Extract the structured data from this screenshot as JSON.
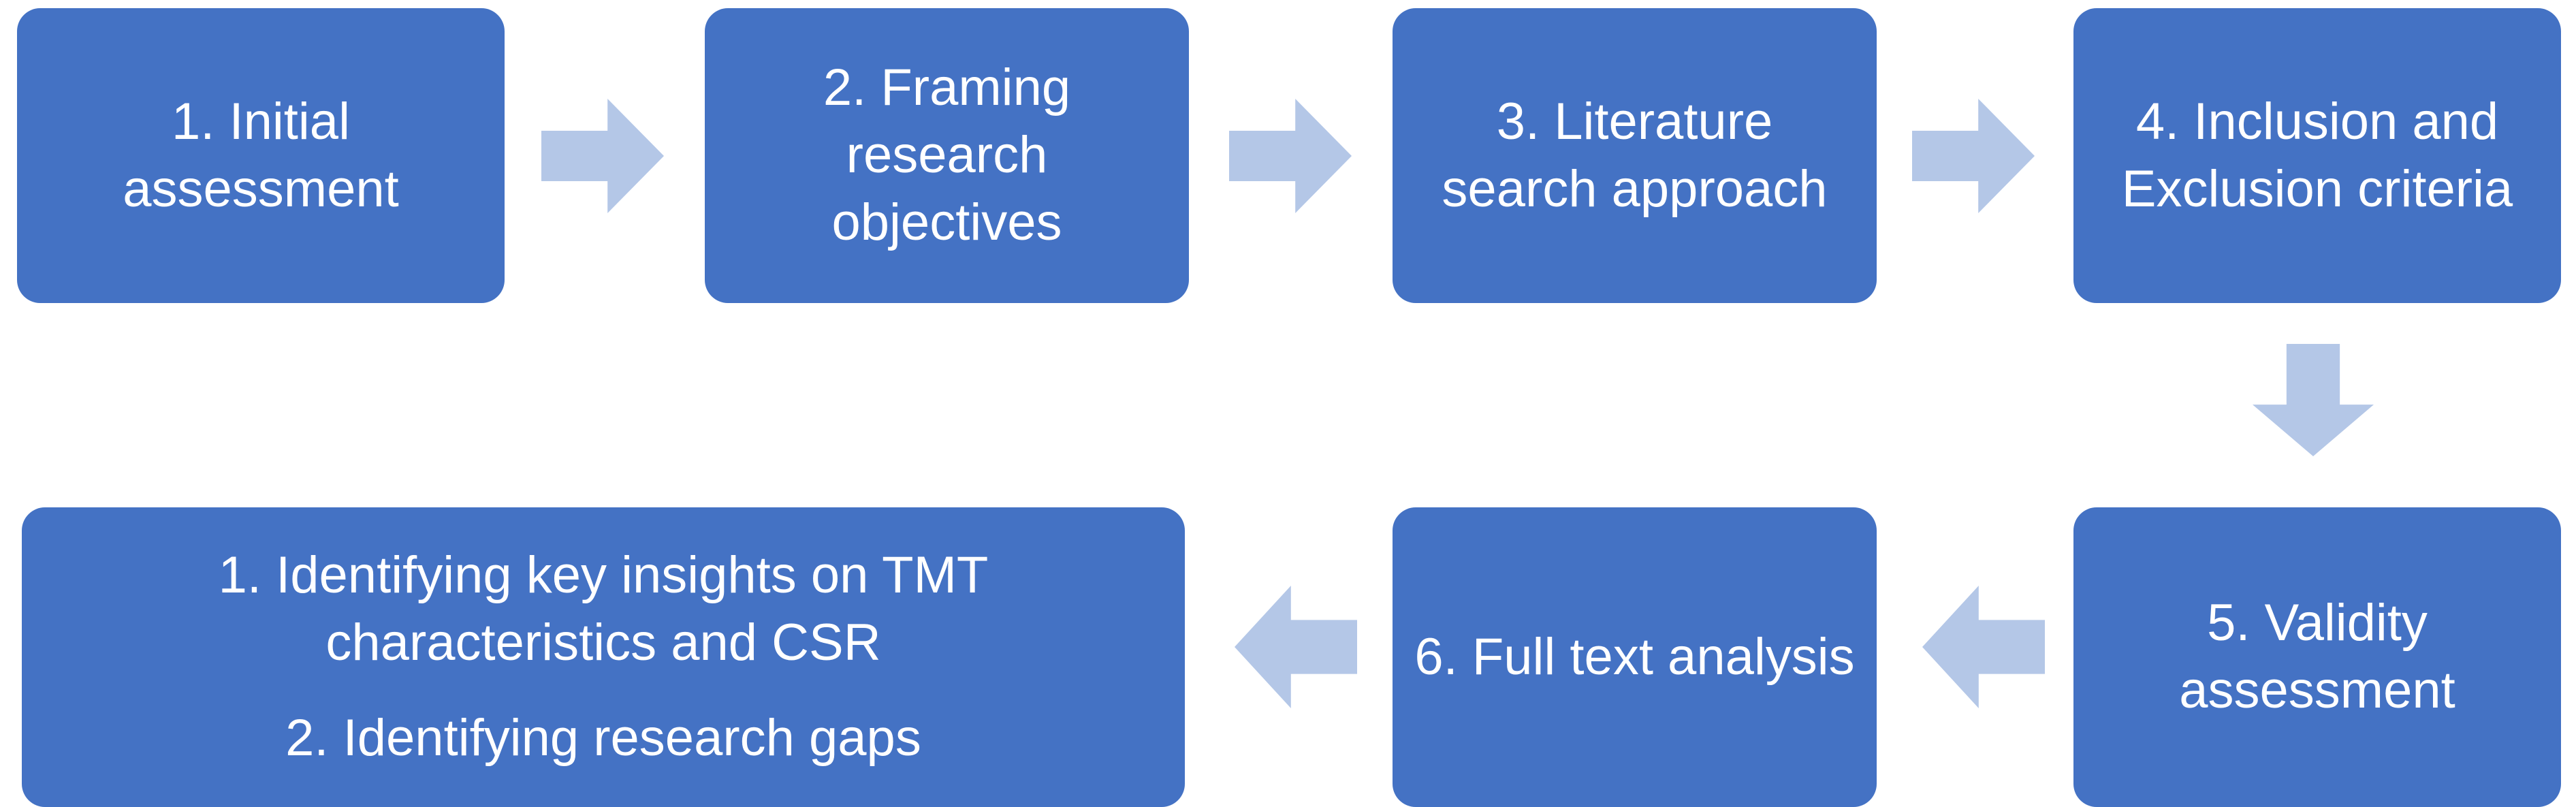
{
  "diagram": {
    "title": "Systematic literature review process flowchart",
    "colors": {
      "node_fill": "#4472C4",
      "node_text": "#FFFFFF",
      "arrow_fill": "#B4C7E7",
      "background": "#FFFFFF"
    },
    "nodes": [
      {
        "id": "step-1",
        "lines": [
          "1. Initial",
          "assessment"
        ],
        "full_text": "1. Initial assessment"
      },
      {
        "id": "step-2",
        "lines": [
          "2. Framing",
          "research",
          "objectives"
        ],
        "full_text": "2. Framing research objectives"
      },
      {
        "id": "step-3",
        "lines": [
          "3. Literature",
          "search approach"
        ],
        "full_text": "3. Literature search approach"
      },
      {
        "id": "step-4",
        "lines": [
          "4. Inclusion and",
          "Exclusion criteria"
        ],
        "full_text": "4. Inclusion and Exclusion criteria"
      },
      {
        "id": "step-5",
        "lines": [
          "5. Validity",
          "assessment"
        ],
        "full_text": "5. Validity assessment"
      },
      {
        "id": "step-6",
        "lines": [
          "6. Full text analysis"
        ],
        "full_text": "6. Full text analysis"
      },
      {
        "id": "step-7",
        "lines": [
          "1. Identifying key insights on TMT",
          "characteristics and CSR",
          "",
          "2. Identifying research gaps"
        ],
        "full_text": "1. Identifying key insights on TMT characteristics and CSR 2. Identifying research gaps",
        "item_1": "1. Identifying key insights on TMT",
        "item_1_cont": "characteristics and CSR",
        "item_2": "2. Identifying research gaps"
      }
    ],
    "arrows": [
      {
        "id": "arrow-1-2",
        "direction": "right",
        "from": "step-1",
        "to": "step-2",
        "icon": "arrow-right-icon"
      },
      {
        "id": "arrow-2-3",
        "direction": "right",
        "from": "step-2",
        "to": "step-3",
        "icon": "arrow-right-icon"
      },
      {
        "id": "arrow-3-4",
        "direction": "right",
        "from": "step-3",
        "to": "step-4",
        "icon": "arrow-right-icon"
      },
      {
        "id": "arrow-4-5",
        "direction": "down",
        "from": "step-4",
        "to": "step-5",
        "icon": "arrow-down-icon"
      },
      {
        "id": "arrow-5-6",
        "direction": "left",
        "from": "step-5",
        "to": "step-6",
        "icon": "arrow-left-icon"
      },
      {
        "id": "arrow-6-7",
        "direction": "left",
        "from": "step-6",
        "to": "step-7",
        "icon": "arrow-left-icon"
      }
    ]
  }
}
